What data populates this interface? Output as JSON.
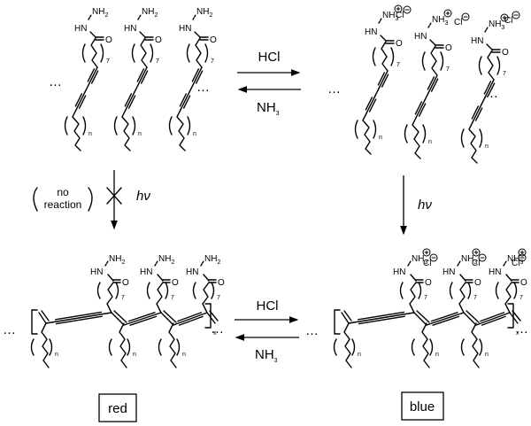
{
  "scheme": {
    "top_equilibrium": {
      "forward_reagent": "HCl",
      "reverse_reagent": "NH3"
    },
    "bottom_equilibrium": {
      "forward_reagent": "HCl",
      "reverse_reagent": "NH3"
    },
    "left_photolysis": {
      "reagent": "hν",
      "blocked": true,
      "note_line1": "no",
      "note_line2": "reaction"
    },
    "right_photolysis": {
      "reagent": "hν",
      "blocked": false
    },
    "ellipsis": "…"
  },
  "monomer_neutral": {
    "head_amine": "NH2",
    "head_hydrazide": "HN",
    "carbonyl_o": "O",
    "spacer_count": "7",
    "tail_count": "n",
    "units": 3
  },
  "monomer_protonated": {
    "head_amine": "NH3",
    "head_hydrazide": "HN",
    "carbonyl_o": "O",
    "counterion": "Cl",
    "cation_charge": "+",
    "anion_charge": "−",
    "spacer_count": "7",
    "tail_count": "n",
    "units": 3
  },
  "polymer_neutral": {
    "repeat_subscript": "x",
    "color_label": "red"
  },
  "polymer_protonated": {
    "repeat_subscript": "x",
    "color_label": "blue"
  }
}
